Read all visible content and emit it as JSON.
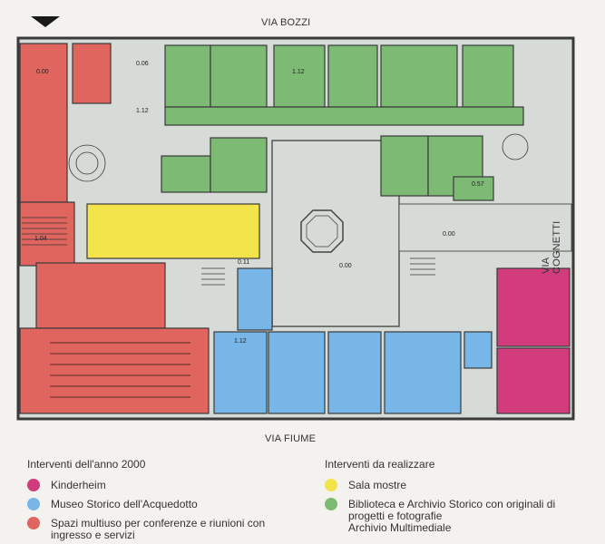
{
  "streets": {
    "north": "VIA BOZZI",
    "south": "VIA FIUME",
    "east": "VIA COGNETTI"
  },
  "levels": [
    "0.00",
    "0.06",
    "1.12",
    "1.12",
    "0.57",
    "0.00",
    "0.00",
    "1.04",
    "0.11",
    "1.12"
  ],
  "colors": {
    "kinderheim": "#d23c7c",
    "museo": "#78b6e8",
    "spazi": "#e0655e",
    "sala": "#f2e44a",
    "biblioteca": "#7dbb75",
    "unchanged": "#d6dbd8",
    "walls": "#3a3a3a"
  },
  "legend": {
    "left_heading": "Interventi dell'anno 2000",
    "right_heading": "Interventi da realizzare",
    "items": {
      "kinderheim": "Kinderheim",
      "museo": "Museo Storico dell'Acquedotto",
      "spazi_1": "Spazi multiuso per conferenze e riunioni con",
      "spazi_2": "ingresso e servizi",
      "sala": "Sala mostre",
      "biblioteca_1": "Biblioteca e Archivio Storico con originali di",
      "biblioteca_2": "progetti e fotografie",
      "biblioteca_3": "Archivio Multimediale"
    }
  }
}
